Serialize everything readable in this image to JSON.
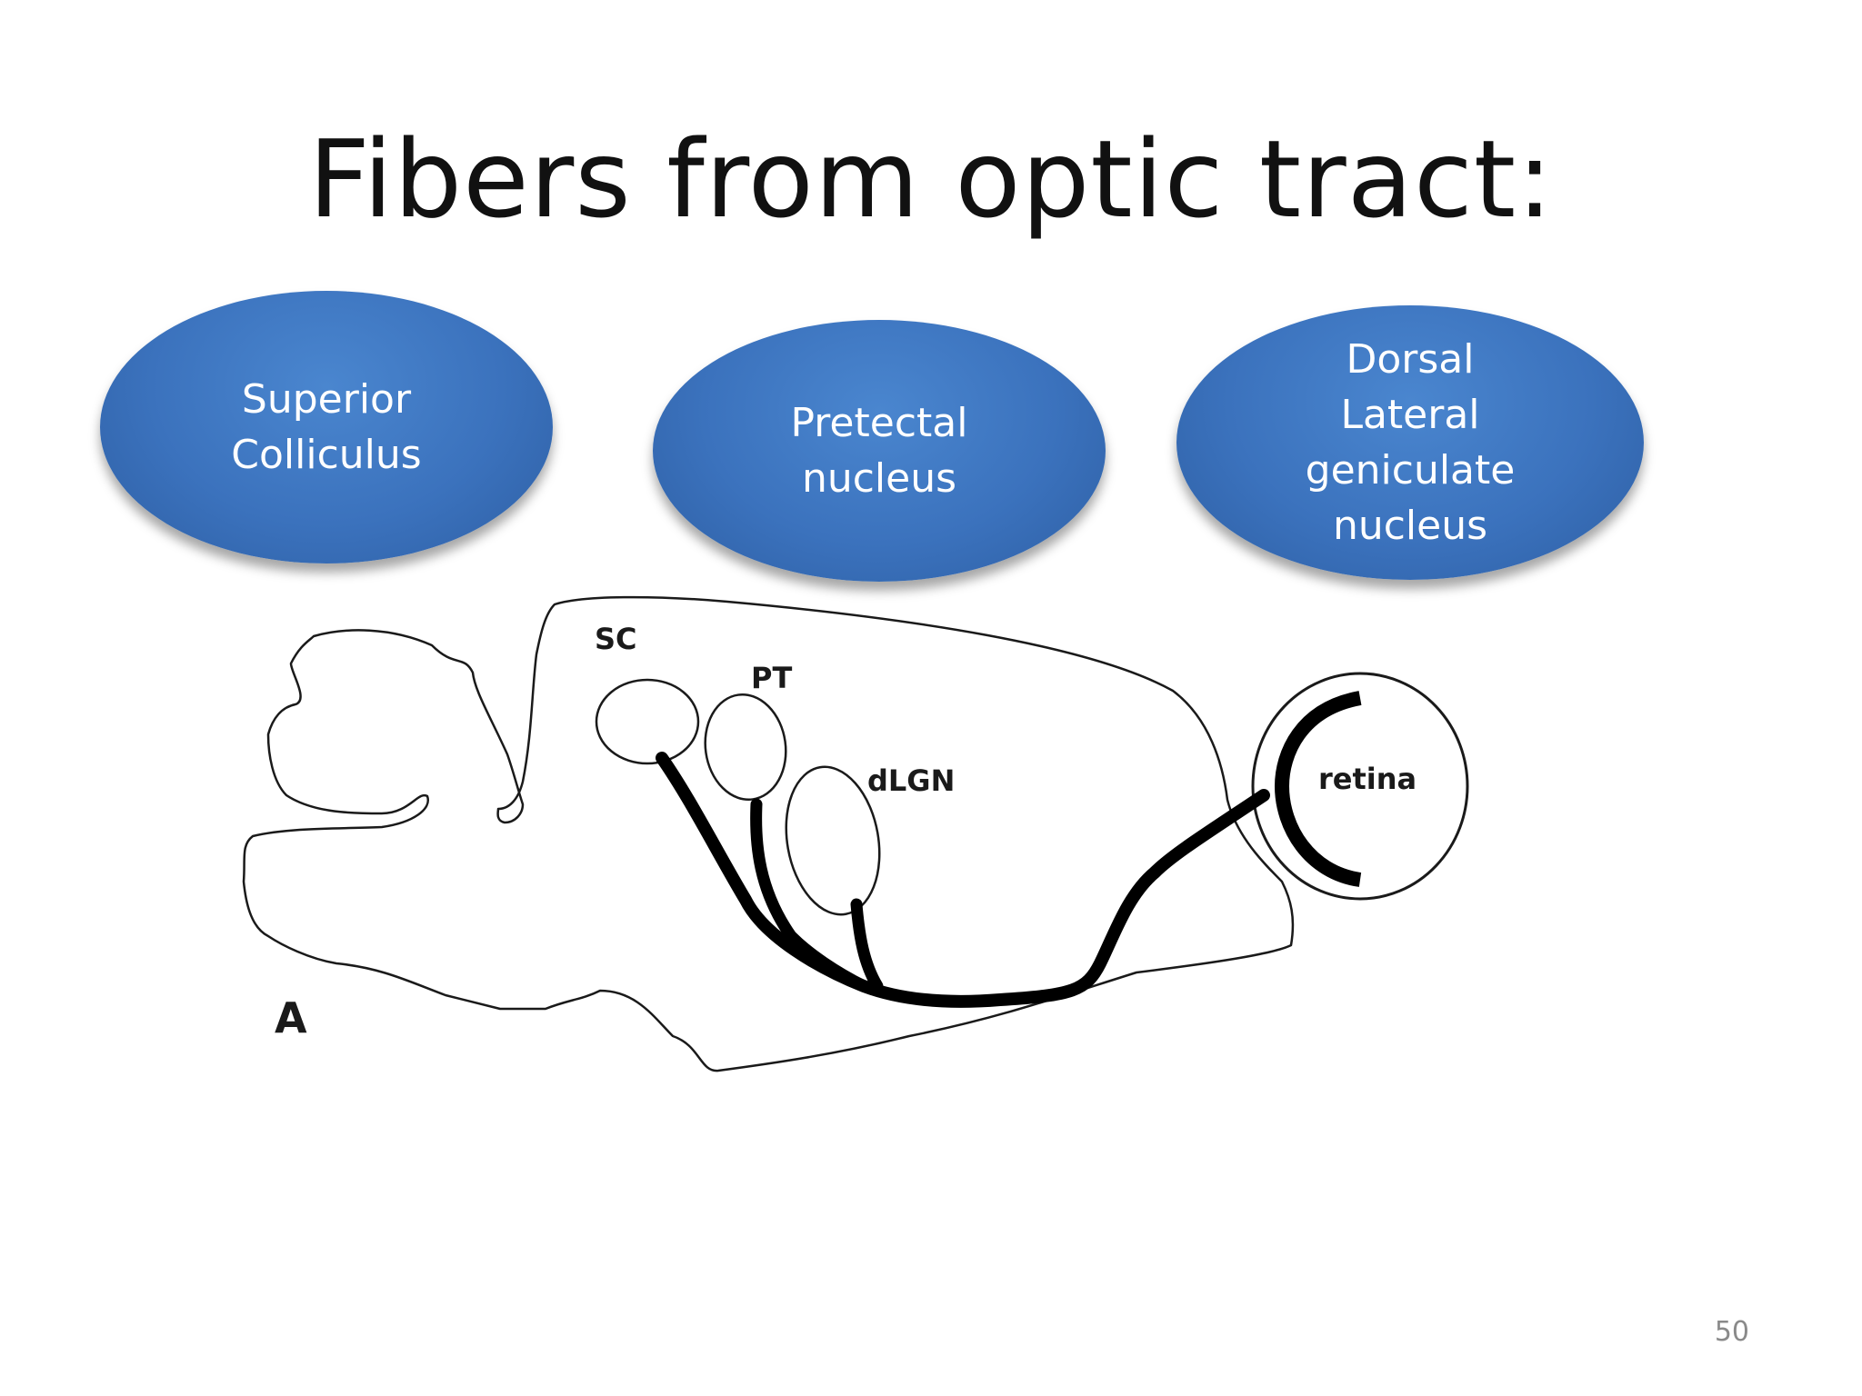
{
  "slide": {
    "title": "Fibers from optic tract:",
    "page_number": "50"
  },
  "ovals": [
    {
      "text": "Superior\nColliculus"
    },
    {
      "text": "Pretectal\nnucleus"
    },
    {
      "text": "Dorsal\nLateral\ngeniculate\nnucleus"
    }
  ],
  "diagram": {
    "labels": {
      "sc": "SC",
      "pt": "PT",
      "dlgn": "dLGN",
      "retina": "retina",
      "panel": "A"
    }
  },
  "colors": {
    "oval_blue": "#3b72bd",
    "outline": "#1a1a1a"
  }
}
